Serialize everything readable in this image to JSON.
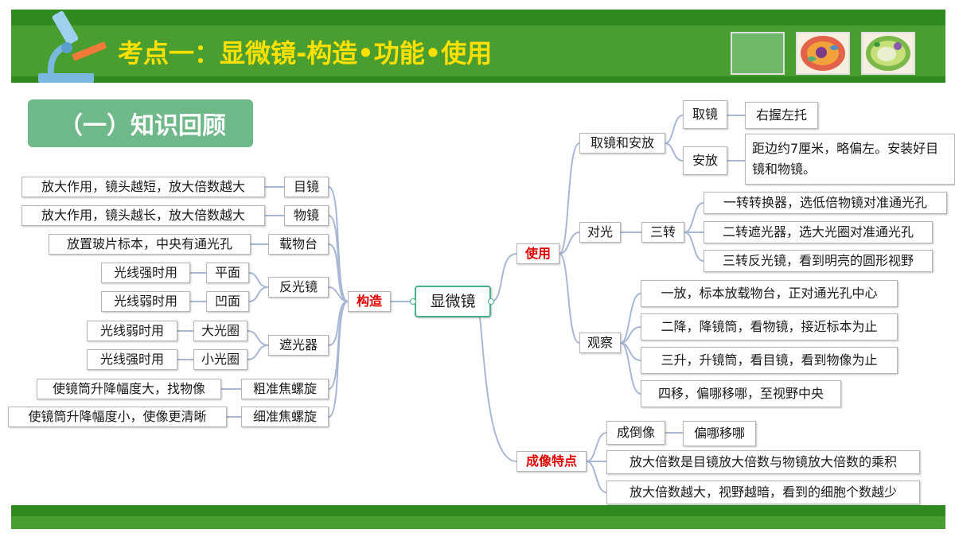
{
  "header": {
    "title": "考点一：显微镜-构造•功能•使用"
  },
  "section": {
    "label": "（一）知识回顾"
  },
  "colors": {
    "header_green": "#4a9e2f",
    "header_dark_green": "#2f8a1f",
    "title_yellow": "#ffe000",
    "badge_green": "#6fb88a",
    "line_blue": "#a9b7d6",
    "highlight_red": "#e00000"
  },
  "icons": [
    "microscope-icon",
    "animal-cell-thumbnail",
    "plant-cell-thumbnail"
  ],
  "mindmap": {
    "root": "显微镜",
    "left_branch": {
      "label": "构造",
      "children": [
        {
          "label": "目镜",
          "detail": "放大作用，镜头越短，放大倍数越大"
        },
        {
          "label": "物镜",
          "detail": "放大作用，镜头越长，放大倍数越大"
        },
        {
          "label": "载物台",
          "detail": "放置玻片标本，中央有通光孔"
        },
        {
          "label": "反光镜",
          "sub": [
            {
              "label": "平面",
              "detail": "光线强时用"
            },
            {
              "label": "凹面",
              "detail": "光线弱时用"
            }
          ]
        },
        {
          "label": "遮光器",
          "sub": [
            {
              "label": "大光圈",
              "detail": "光线弱时用"
            },
            {
              "label": "小光圈",
              "detail": "光线强时用"
            }
          ]
        },
        {
          "label": "粗准焦螺旋",
          "detail": "使镜筒升降幅度大，找物像"
        },
        {
          "label": "细准焦螺旋",
          "detail": "使镜筒升降幅度小，使像更清晰"
        }
      ]
    },
    "use_branch": {
      "label": "使用",
      "take": {
        "label": "取镜和安放",
        "items": [
          {
            "label": "取镜",
            "detail": "右握左托"
          },
          {
            "label": "安放",
            "detail": "距边约7厘米，略偏左。安装好目镜和物镜。"
          }
        ]
      },
      "light": {
        "label": "对光",
        "sub_label": "三转",
        "items": [
          "一转转换器，选低倍物镜对准通光孔",
          "二转遮光器，选大光圈对准通光孔",
          "三转反光镜，看到明亮的圆形视野"
        ]
      },
      "observe": {
        "label": "观察",
        "items": [
          "一放，标本放载物台，正对通光孔中心",
          "二降，降镜筒，看物镜，接近标本为止",
          "三升，升镜筒，看目镜，看到物像为止",
          "四移，偏哪移哪，至视野中央"
        ]
      }
    },
    "imaging_branch": {
      "label": "成像特点",
      "inverted": {
        "label": "成倒像",
        "detail": "偏哪移哪"
      },
      "items": [
        "放大倍数是目镜放大倍数与物镜放大倍数的乘积",
        "放大倍数越大，视野越暗，看到的细胞个数越少"
      ]
    }
  }
}
